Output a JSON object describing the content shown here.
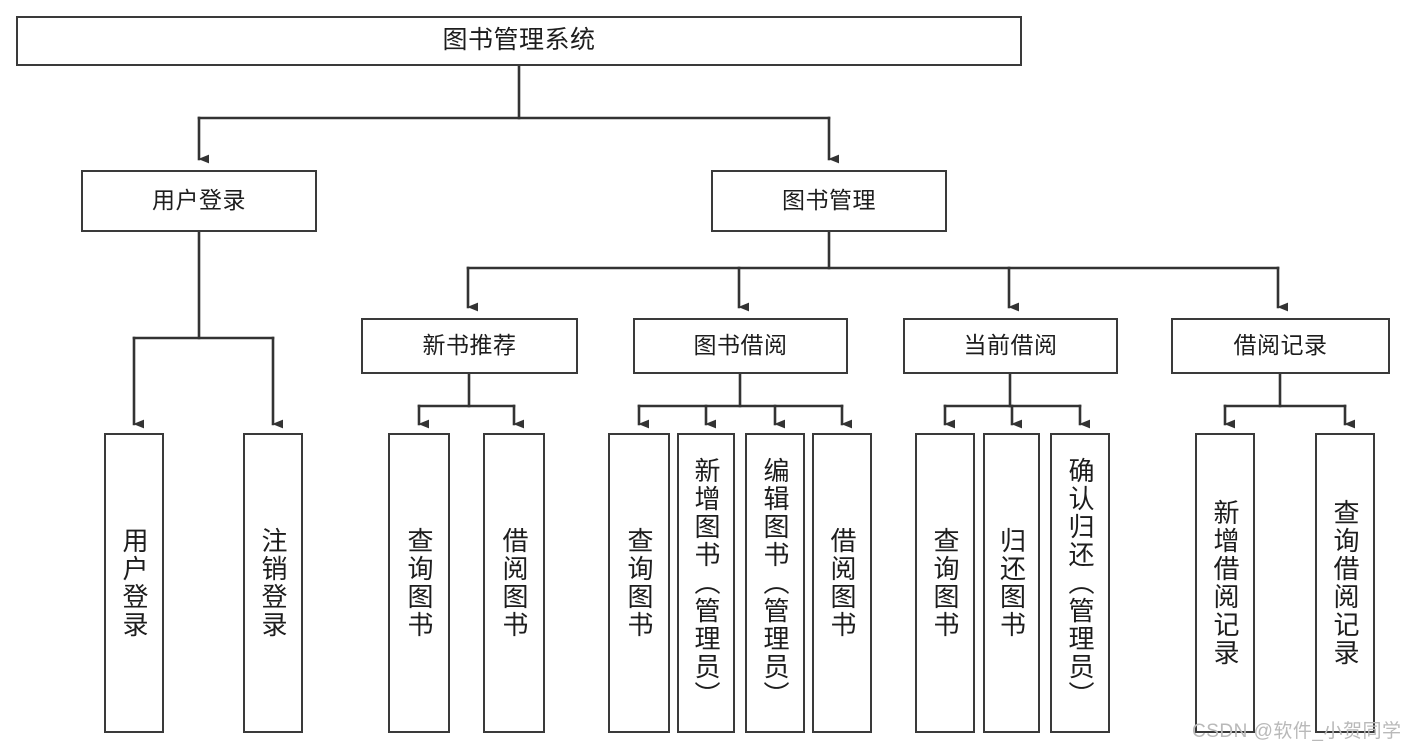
{
  "diagram": {
    "type": "tree-hierarchy-diagram",
    "title": "图书管理系统",
    "orientation": "top-down",
    "box_border_color": "#3a3a3a",
    "box_fill_color": "#ffffff",
    "connector_color": "#333333",
    "background_color": "#ffffff"
  },
  "nodes": {
    "root": {
      "label": "图书管理系统",
      "level": 0
    },
    "level1": [
      {
        "label": "用户登录"
      },
      {
        "label": "图书管理"
      }
    ],
    "level2": [
      {
        "label": "新书推荐"
      },
      {
        "label": "图书借阅"
      },
      {
        "label": "当前借阅"
      },
      {
        "label": "借阅记录"
      }
    ],
    "leaves": [
      {
        "label": "用户登录",
        "parent": "用户登录"
      },
      {
        "label": "注销登录",
        "parent": "用户登录"
      },
      {
        "label": "查询图书",
        "parent": "新书推荐"
      },
      {
        "label": "借阅图书",
        "parent": "新书推荐"
      },
      {
        "label": "查询图书",
        "parent": "图书借阅"
      },
      {
        "label": "新增图书（管理员）",
        "parent": "图书借阅"
      },
      {
        "label": "编辑图书（管理员）",
        "parent": "图书借阅"
      },
      {
        "label": "借阅图书",
        "parent": "图书借阅"
      },
      {
        "label": "查询图书",
        "parent": "当前借阅"
      },
      {
        "label": "归还图书",
        "parent": "当前借阅"
      },
      {
        "label": "确认归还（管理员）",
        "parent": "当前借阅"
      },
      {
        "label": "新增借阅记录",
        "parent": "借阅记录"
      },
      {
        "label": "查询借阅记录",
        "parent": "借阅记录"
      }
    ]
  },
  "watermark": {
    "text": "CSDN @软件_小贺同学"
  }
}
